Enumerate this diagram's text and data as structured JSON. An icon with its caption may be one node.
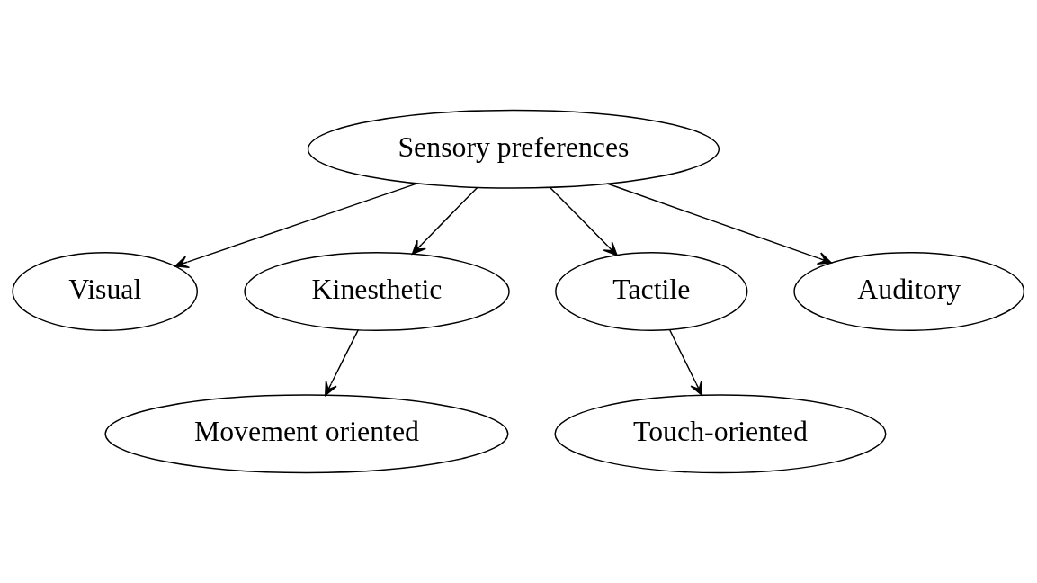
{
  "diagram": {
    "nodes": [
      {
        "text": [
          "Sensory preferences"
        ]
      },
      {
        "text": [
          "Visual"
        ]
      },
      {
        "text": [
          "Kinesthetic"
        ]
      },
      {
        "text": [
          "Tactile"
        ]
      },
      {
        "text": [
          "Auditory"
        ]
      },
      {
        "text": [
          "Movement oriented"
        ]
      },
      {
        "text": [
          "Touch-oriented"
        ]
      }
    ],
    "edges": [
      {
        "from": 0,
        "to": 1,
        "arrow": "to"
      },
      {
        "from": 0,
        "to": 2,
        "arrow": "to"
      },
      {
        "from": 0,
        "to": 3,
        "arrow": "to"
      },
      {
        "from": 0,
        "to": 4,
        "arrow": "to"
      },
      {
        "from": 2,
        "to": 5,
        "arrow": "to"
      },
      {
        "from": 3,
        "to": 6,
        "arrow": "to"
      }
    ]
  }
}
